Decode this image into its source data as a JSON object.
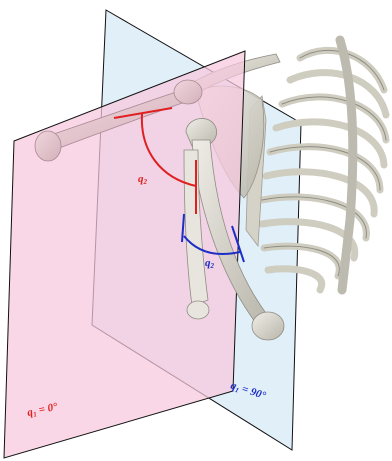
{
  "labels": {
    "plane_red": {
      "symbol": "q",
      "subscript": "1",
      "text": " = 0°"
    },
    "plane_blue": {
      "symbol": "q",
      "subscript": "1",
      "text": " = 90°"
    },
    "angle_red": {
      "symbol": "q",
      "subscript": "2"
    },
    "angle_blue": {
      "symbol": "q",
      "subscript": "2"
    }
  },
  "colors": {
    "red_label": "#e02020",
    "blue_label": "#1d2ec7",
    "red_plane": "#f7c8dc",
    "blue_plane": "#dcecf8",
    "bone": "#dad7cc",
    "bone_shadow": "#a9a69b"
  }
}
